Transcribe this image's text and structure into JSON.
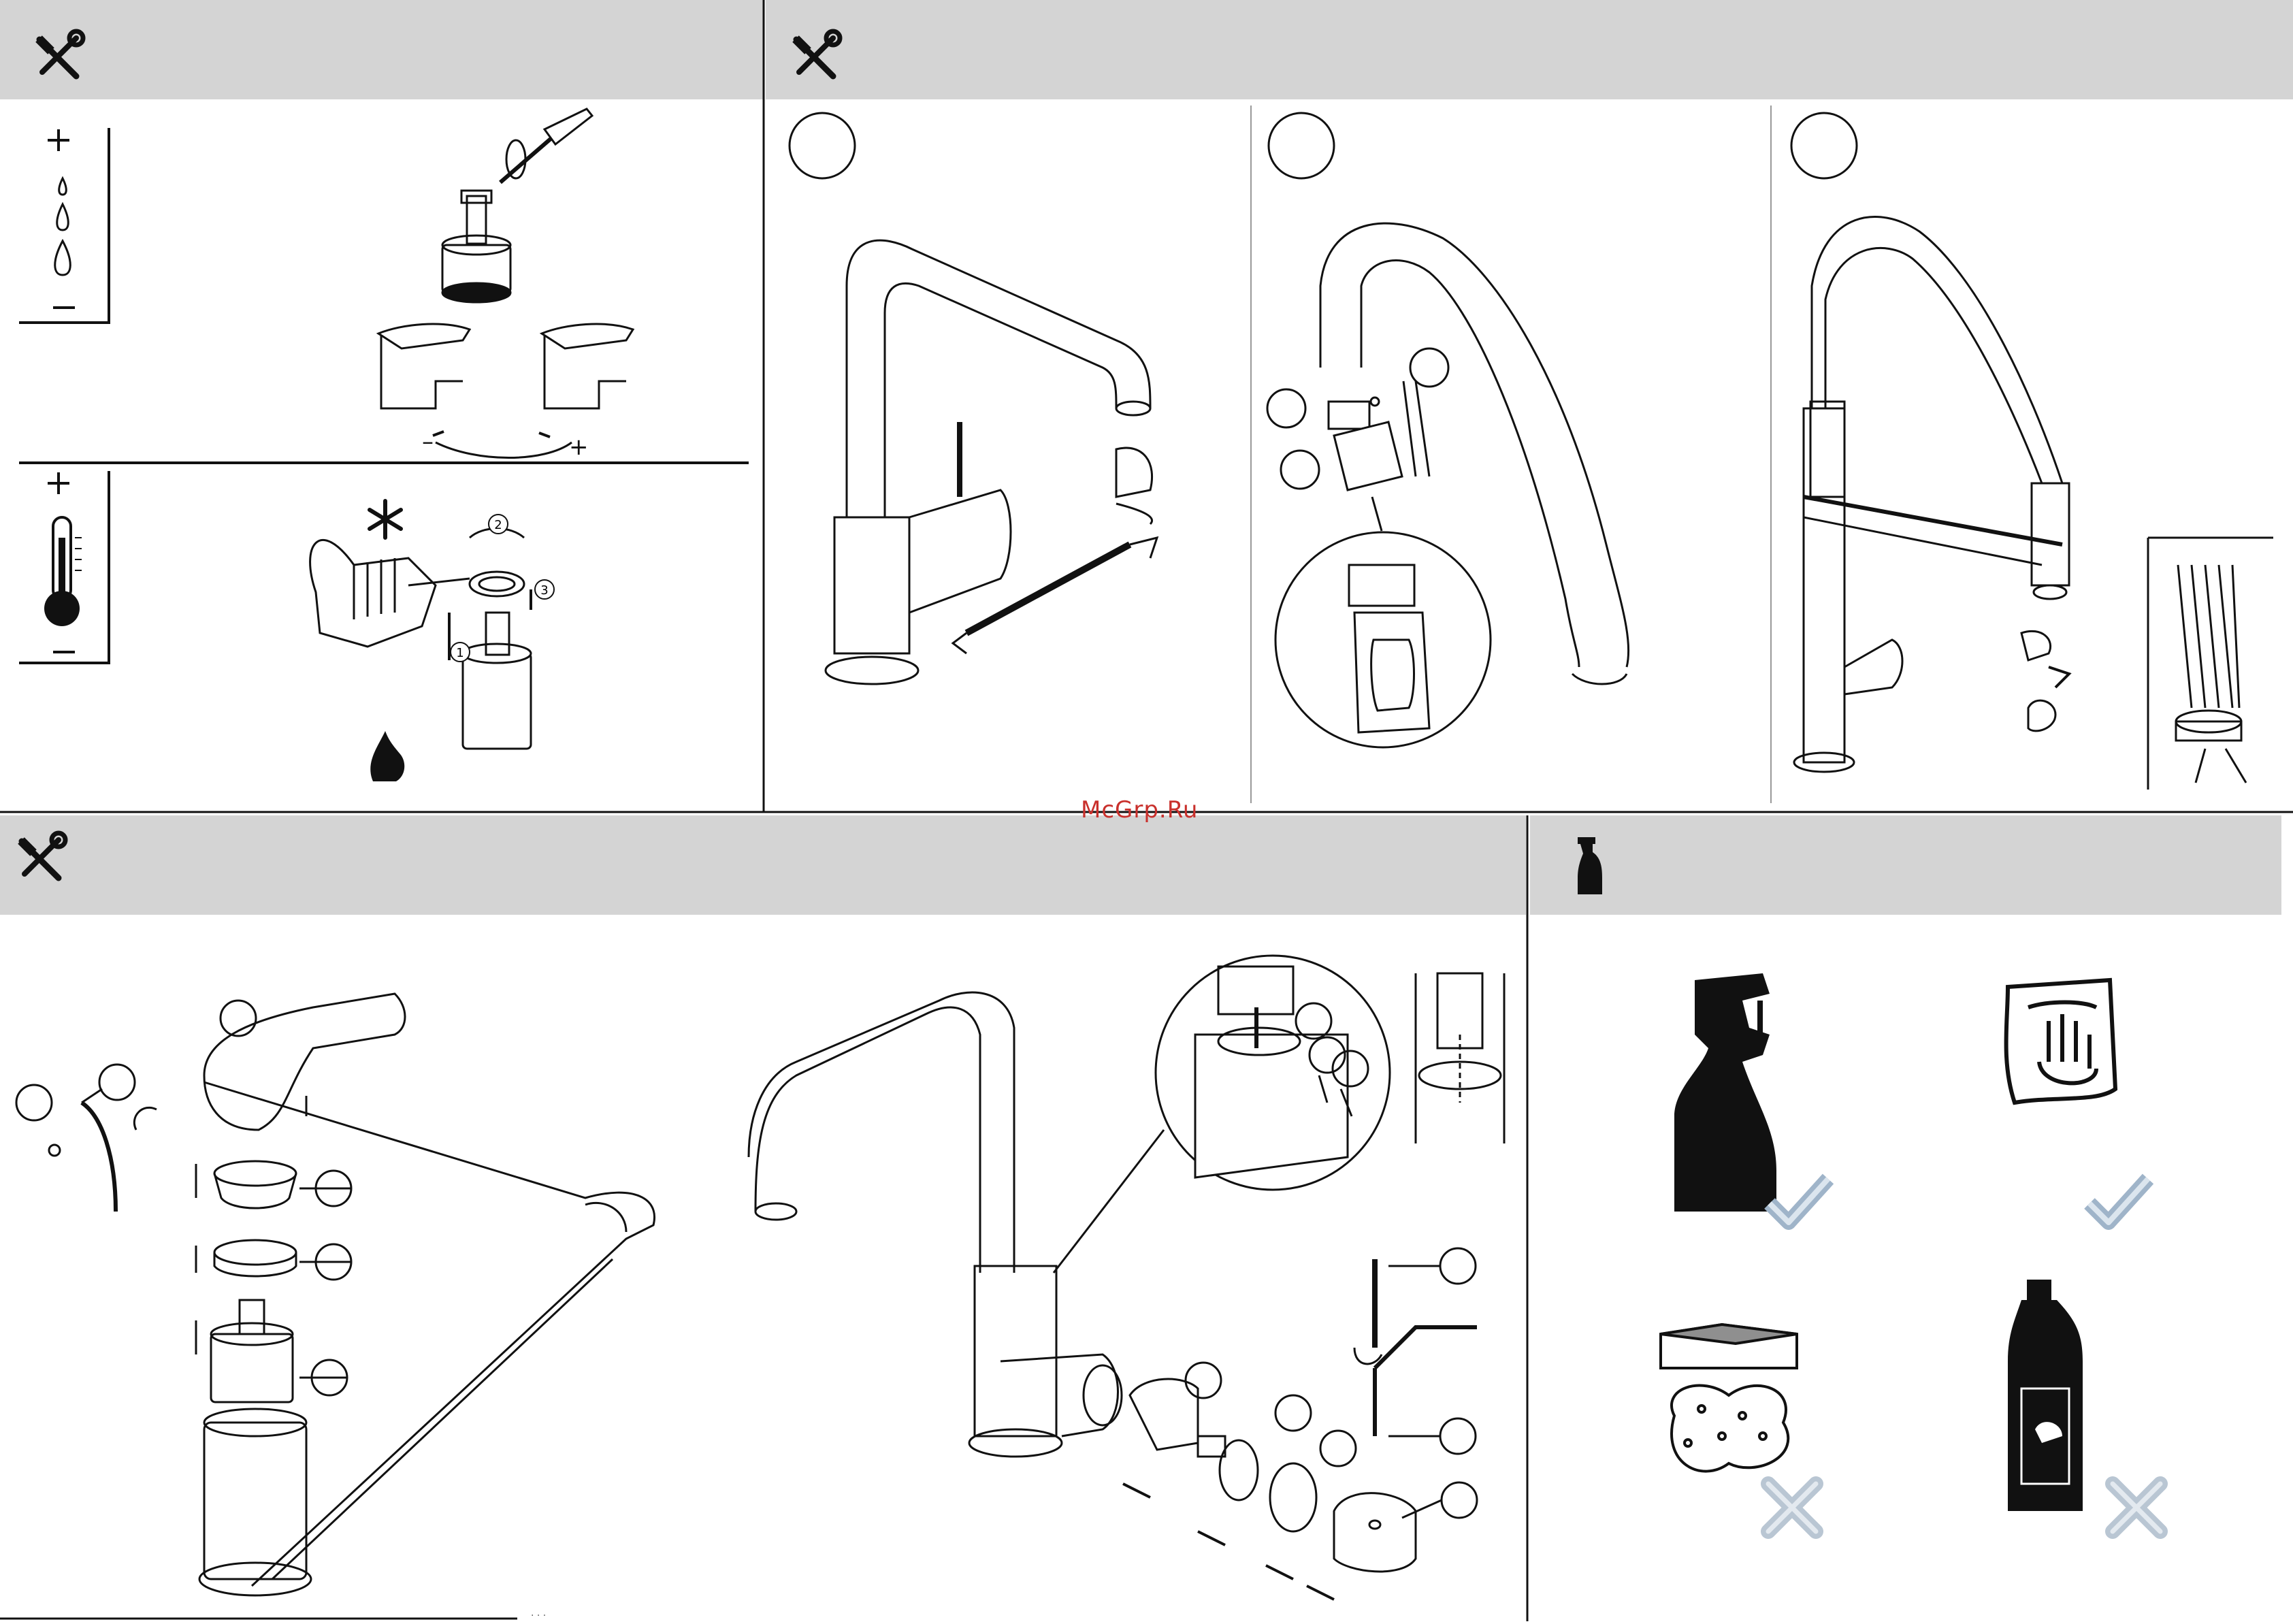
{
  "watermark": "McGrp.Ru",
  "icons": {
    "tools": "wrench-screwdriver-icon",
    "cleaning": "spray-bottle-icon",
    "cold": "snowflake-icon",
    "hot": "flame-icon",
    "thermometer": "thermometer-icon"
  },
  "legend": {
    "plus": "+",
    "minus": "–"
  },
  "steps": {
    "s1": "1",
    "s2": "2",
    "s3": "3"
  },
  "cleaning": {
    "allowed": [
      "spray-cleaner",
      "soft-cloth"
    ],
    "not_allowed": [
      "scouring-sponge",
      "abrasive-chemical"
    ]
  },
  "colors": {
    "header_bg": "#d4d4d4",
    "line": "#111111",
    "check": "#9fb4c9",
    "cross": "#b9c6d3",
    "watermark": "#c9302c"
  },
  "small_caption": "· · ·"
}
